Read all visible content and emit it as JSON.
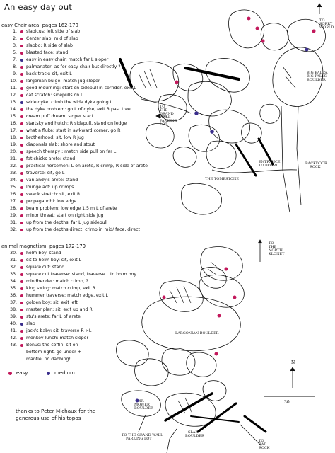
{
  "title": "An easy day out",
  "colors": {
    "easy": "#c2185b",
    "medium": "#3a2e8c"
  },
  "section1": {
    "header": "easy Chair area: pages 162-170",
    "rows": [
      {
        "num": "1.",
        "grade": "easy",
        "text": "slabicus: left side of slab"
      },
      {
        "num": "2.",
        "grade": "easy",
        "text": "Center slab: mid of slab"
      },
      {
        "num": "3.",
        "grade": "easy",
        "text": "slabbo: R side of slab"
      },
      {
        "num": "5.",
        "grade": "easy",
        "text": "blasted face: stand"
      },
      {
        "num": "7.",
        "grade": "medium",
        "text": "easy in easy chair: match far L sloper"
      },
      {
        "num": "8.",
        "grade": "easy",
        "text": "palmanator: as for easy chair but directly ?"
      },
      {
        "num": "9.",
        "grade": "easy",
        "text": "back track: sit,  exit L"
      },
      {
        "num": "10.",
        "grade": "easy",
        "text": "largonian bulge:  match jug sloper"
      },
      {
        "num": "11.",
        "grade": "easy",
        "text": "good mourning: start on sidepull in corridor, exit L"
      },
      {
        "num": "12.",
        "grade": "easy",
        "text": "cat scratch: sidepulls on L"
      },
      {
        "num": "13.",
        "grade": "medium",
        "text": "wide dyke: climb the wide dyke going L"
      },
      {
        "num": "14.",
        "grade": "easy",
        "text": "the dyke problem:  go L of dyke, exit R past tree"
      },
      {
        "num": "15.",
        "grade": "easy",
        "text": "cream puff dream: sloper start"
      },
      {
        "num": "16.",
        "grade": "easy",
        "text": "startsky and hutch: R sidepull, stand on ledge"
      },
      {
        "num": "17.",
        "grade": "easy",
        "text": "what a fluke: start in awkward corner, go R"
      },
      {
        "num": "18.",
        "grade": "easy",
        "text": "brotherhood: sit, low R jug"
      },
      {
        "num": "19.",
        "grade": "easy",
        "text": "diagonals slab: shore and stout"
      },
      {
        "num": "20.",
        "grade": "easy",
        "text": "speech therapy : match side pull on far L"
      },
      {
        "num": "21.",
        "grade": "easy",
        "text": "fat chicks arete: stand"
      },
      {
        "num": "22.",
        "grade": "easy",
        "text": "practical horsemen: L on arete, R crimp, R side of arete"
      },
      {
        "num": "23.",
        "grade": "easy",
        "text": "traverse: sit, go L"
      },
      {
        "num": "24.",
        "grade": "easy",
        "text": "van andy's arete: stand"
      },
      {
        "num": "25.",
        "grade": "easy",
        "text": "lounge act: up crimps"
      },
      {
        "num": "26.",
        "grade": "easy",
        "text": "swank stretch: sit, exit R"
      },
      {
        "num": "27.",
        "grade": "easy",
        "text": "propagandhi: low edge"
      },
      {
        "num": "28.",
        "grade": "easy",
        "text": "beam problem: low edge 1.5 m L of arete"
      },
      {
        "num": "29.",
        "grade": "easy",
        "text": "minor threat: start on right side jug"
      },
      {
        "num": "31.",
        "grade": "easy",
        "text": "up from the depths: far L jug sidepull"
      },
      {
        "num": "32.",
        "grade": "easy",
        "text": "up from the depths direct: crimp in mid/ face, direct"
      }
    ]
  },
  "section2": {
    "header": "animal magnetism: pages 172-179",
    "rows": [
      {
        "num": "30.",
        "grade": "easy",
        "text": "holm boy: stand"
      },
      {
        "num": "31.",
        "grade": "easy",
        "text": "sit to holm boy: sit, exit L"
      },
      {
        "num": "32.",
        "grade": "easy",
        "text": "square cut: stand"
      },
      {
        "num": "33.",
        "grade": "easy",
        "text": "square cut traverse: stand, traverse L to holm boy"
      },
      {
        "num": "34.",
        "grade": "easy",
        "text": "mindbender: match crimp, ?"
      },
      {
        "num": "35.",
        "grade": "easy",
        "text": "king swing: match crimp, exit R"
      },
      {
        "num": "36.",
        "grade": "easy",
        "text": "hummer traverse: match edge, exit L"
      },
      {
        "num": "37.",
        "grade": "easy",
        "text": "golden boy: sit, exit left"
      },
      {
        "num": "38.",
        "grade": "easy",
        "text": "master plan: sit, exit up and R"
      },
      {
        "num": "39.",
        "grade": "easy",
        "text": "stu's arete: far L of arete"
      },
      {
        "num": "40.",
        "grade": "medium",
        "text": "slab"
      },
      {
        "num": "41.",
        "grade": "easy",
        "text": "jack's baby: sit, traverse R->L"
      },
      {
        "num": "42.",
        "grade": "easy",
        "text": "monkey lunch: match sloper"
      },
      {
        "num": "43.",
        "grade": "easy",
        "text": "Bonus: the coffin:   sit on"
      },
      {
        "num": "",
        "grade": "",
        "text": "bottom right, go under +"
      },
      {
        "num": "",
        "grade": "",
        "text": "mantle. no dabbing!"
      }
    ]
  },
  "legend": {
    "easy_label": "easy",
    "medium_label": "medium"
  },
  "thanks": "thanks to Peter Michaux for the generous use of his topos",
  "map_labels": {
    "sorry_world": [
      "TO",
      "SORRY",
      "WORLD"
    ],
    "big_balls": [
      "BIG BALLS,",
      "BIG FALLS",
      "BOULDER"
    ],
    "grand_wall_top": [
      "TO",
      "THE",
      "GRAND",
      "WALL",
      "PARKING",
      "LOT"
    ],
    "entrance": [
      "ENTRANCE",
      "TO BOARD"
    ],
    "backdoor": [
      "BACKDOOR",
      "ROCK"
    ],
    "tombstone": "THE TOMBSTONE",
    "north_klonet": [
      "TO",
      "THE",
      "NORTH",
      "KLONET"
    ],
    "largonian": "LARGONIAN BOULDER",
    "north": "N",
    "scale": "30'",
    "mr_mower": [
      "MR.",
      "MOWER",
      "BOULDER"
    ],
    "slab_boulder": [
      "SLAB",
      "BOULDER"
    ],
    "grand_wall_bottom": [
      "TO THE GRAND WALL",
      "PARKING LOT"
    ],
    "rat_rock": [
      "TO",
      "RAT",
      "ROCK"
    ]
  }
}
